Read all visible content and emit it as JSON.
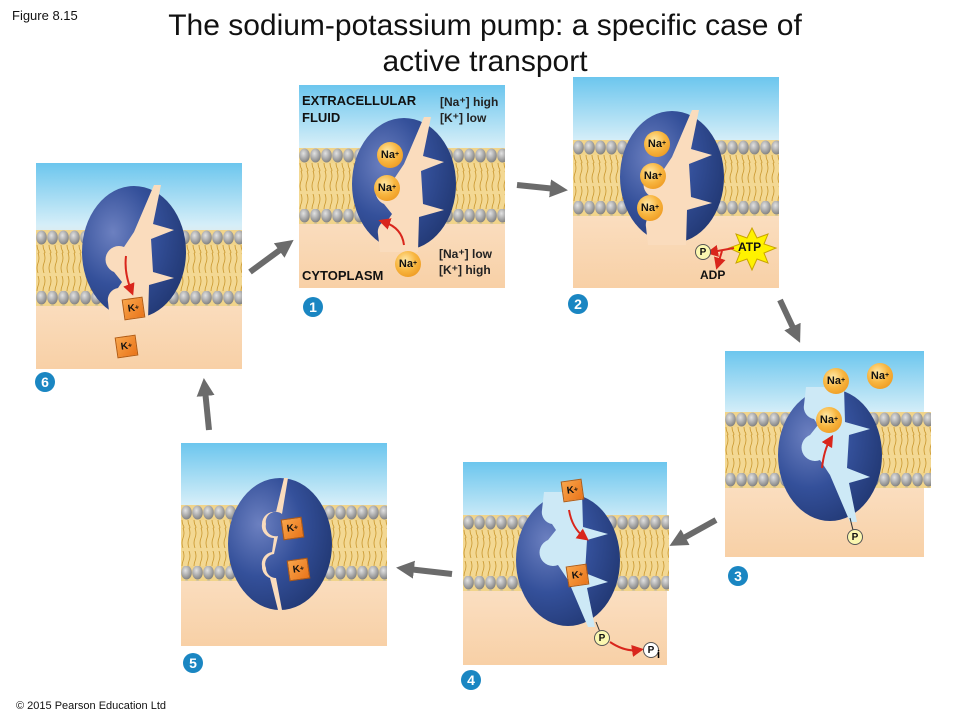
{
  "figure_label": "Figure 8.15",
  "title_line1": "The sodium-potassium pump: a specific case of",
  "title_line2": "active transport",
  "copyright": "© 2015 Pearson Education Ltd",
  "ions": {
    "na": "Na",
    "k": "K",
    "charge": "+",
    "phosphate": "P",
    "pi_sub": "i"
  },
  "panel1": {
    "extracellular_line1": "EXTRACELLULAR",
    "extracellular_line2": "FLUID",
    "cytoplasm": "CYTOPLASM",
    "outside_na": "[Na⁺] high",
    "outside_k": "[K⁺] low",
    "inside_na": "[Na⁺] low",
    "inside_k": "[K⁺] high"
  },
  "panel2": {
    "atp": "ATP",
    "adp": "ADP"
  },
  "steps": [
    "1",
    "2",
    "3",
    "4",
    "5",
    "6"
  ],
  "colors": {
    "protein": "#2f4a8a",
    "badge": "#1a86c2",
    "arrow": "#6b6b6b",
    "red_arrow": "#d9261c"
  }
}
